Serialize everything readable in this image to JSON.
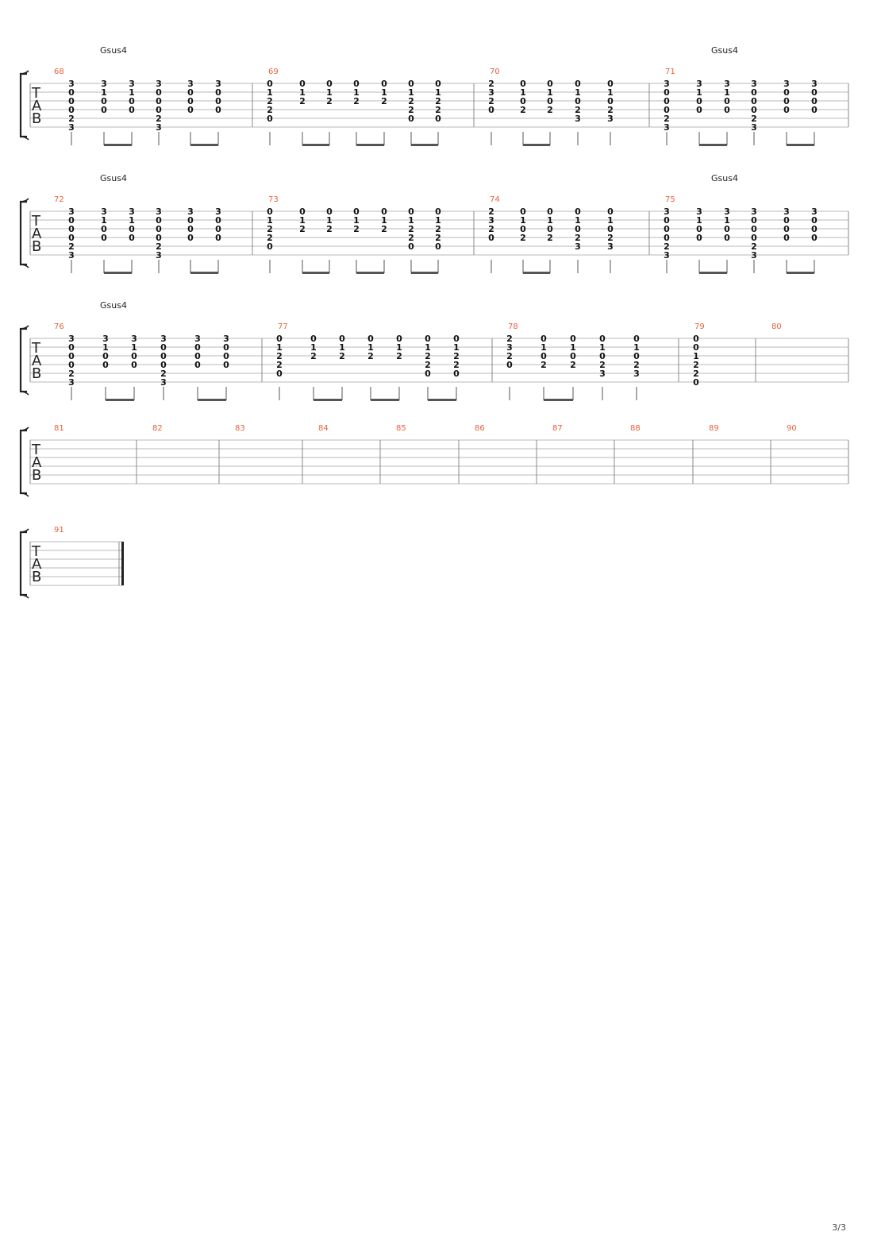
{
  "colors": {
    "staff_line": "#b9b9b9",
    "barline": "#888888",
    "measure_number": "#e8613a",
    "ink": "#111111",
    "beam": "#555555"
  },
  "tab_label": [
    "T",
    "A",
    "B"
  ],
  "page_number": "3/3",
  "systems": [
    {
      "measures": [
        {
          "number": "68",
          "chord": "Gsus4",
          "beats": [
            [
              "3",
              "0",
              "0",
              "0",
              "2",
              "3"
            ],
            [
              "3",
              "1",
              "0",
              "0",
              null,
              null
            ],
            [
              "3",
              "1",
              "0",
              "0",
              null,
              null
            ],
            [
              "3",
              "0",
              "0",
              "0",
              "2",
              "3"
            ],
            [
              "3",
              "0",
              "0",
              "0",
              null,
              null
            ],
            [
              "3",
              "0",
              "0",
              "0",
              null,
              null
            ]
          ],
          "stems": [
            [
              "single"
            ],
            [
              "beam",
              1,
              2
            ],
            [
              "single"
            ],
            [
              "beam",
              4,
              5
            ]
          ]
        },
        {
          "number": "69",
          "beats": [
            [
              "0",
              "1",
              "2",
              "2",
              "0",
              null
            ],
            [
              "0",
              "1",
              "2",
              null,
              null,
              null
            ],
            [
              "0",
              "1",
              "2",
              null,
              null,
              null
            ],
            [
              "0",
              "1",
              "2",
              null,
              null,
              null
            ],
            [
              "0",
              "1",
              "2",
              null,
              null,
              null
            ],
            [
              "0",
              "1",
              "2",
              "2",
              "0",
              null
            ],
            [
              "0",
              "1",
              "2",
              "2",
              "0",
              null
            ]
          ],
          "stems": [
            [
              "single"
            ],
            [
              "beam",
              1,
              2
            ],
            [
              "beam",
              3,
              4
            ],
            [
              "beam",
              5,
              6
            ]
          ]
        },
        {
          "number": "70",
          "beats": [
            [
              "2",
              "3",
              "2",
              "0",
              null,
              null
            ],
            [
              "0",
              "1",
              "0",
              "2",
              null,
              null
            ],
            [
              "0",
              "1",
              "0",
              "2",
              null,
              null
            ],
            [
              "0",
              "1",
              "0",
              "2",
              "3",
              null
            ],
            [
              "0",
              "1",
              "0",
              "2",
              "3",
              null
            ]
          ],
          "stems": [
            [
              "single"
            ],
            [
              "beam",
              1,
              2
            ],
            [
              "single"
            ],
            [
              "single"
            ]
          ]
        },
        {
          "number": "71",
          "chord": "Gsus4",
          "beats": [
            [
              "3",
              "0",
              "0",
              "0",
              "2",
              "3"
            ],
            [
              "3",
              "1",
              "0",
              "0",
              null,
              null
            ],
            [
              "3",
              "1",
              "0",
              "0",
              null,
              null
            ],
            [
              "3",
              "0",
              "0",
              "0",
              "2",
              "3"
            ],
            [
              "3",
              "0",
              "0",
              "0",
              null,
              null
            ],
            [
              "3",
              "0",
              "0",
              "0",
              null,
              null
            ]
          ],
          "stems": [
            [
              "single"
            ],
            [
              "beam",
              1,
              2
            ],
            [
              "single"
            ],
            [
              "beam",
              4,
              5
            ]
          ]
        }
      ]
    },
    {
      "measures": [
        {
          "number": "72",
          "chord": "Gsus4",
          "beats": [
            [
              "3",
              "0",
              "0",
              "0",
              "2",
              "3"
            ],
            [
              "3",
              "1",
              "0",
              "0",
              null,
              null
            ],
            [
              "3",
              "1",
              "0",
              "0",
              null,
              null
            ],
            [
              "3",
              "0",
              "0",
              "0",
              "2",
              "3"
            ],
            [
              "3",
              "0",
              "0",
              "0",
              null,
              null
            ],
            [
              "3",
              "0",
              "0",
              "0",
              null,
              null
            ]
          ],
          "stems": [
            [
              "single"
            ],
            [
              "beam",
              1,
              2
            ],
            [
              "single"
            ],
            [
              "beam",
              4,
              5
            ]
          ]
        },
        {
          "number": "73",
          "beats": [
            [
              "0",
              "1",
              "2",
              "2",
              "0",
              null
            ],
            [
              "0",
              "1",
              "2",
              null,
              null,
              null
            ],
            [
              "0",
              "1",
              "2",
              null,
              null,
              null
            ],
            [
              "0",
              "1",
              "2",
              null,
              null,
              null
            ],
            [
              "0",
              "1",
              "2",
              null,
              null,
              null
            ],
            [
              "0",
              "1",
              "2",
              "2",
              "0",
              null
            ],
            [
              "0",
              "1",
              "2",
              "2",
              "0",
              null
            ]
          ],
          "stems": [
            [
              "single"
            ],
            [
              "beam",
              1,
              2
            ],
            [
              "beam",
              3,
              4
            ],
            [
              "beam",
              5,
              6
            ]
          ]
        },
        {
          "number": "74",
          "beats": [
            [
              "2",
              "3",
              "2",
              "0",
              null,
              null
            ],
            [
              "0",
              "1",
              "0",
              "2",
              null,
              null
            ],
            [
              "0",
              "1",
              "0",
              "2",
              null,
              null
            ],
            [
              "0",
              "1",
              "0",
              "2",
              "3",
              null
            ],
            [
              "0",
              "1",
              "0",
              "2",
              "3",
              null
            ]
          ],
          "stems": [
            [
              "single"
            ],
            [
              "beam",
              1,
              2
            ],
            [
              "single"
            ],
            [
              "single"
            ]
          ]
        },
        {
          "number": "75",
          "chord": "Gsus4",
          "beats": [
            [
              "3",
              "0",
              "0",
              "0",
              "2",
              "3"
            ],
            [
              "3",
              "1",
              "0",
              "0",
              null,
              null
            ],
            [
              "3",
              "1",
              "0",
              "0",
              null,
              null
            ],
            [
              "3",
              "0",
              "0",
              "0",
              "2",
              "3"
            ],
            [
              "3",
              "0",
              "0",
              "0",
              null,
              null
            ],
            [
              "3",
              "0",
              "0",
              "0",
              null,
              null
            ]
          ],
          "stems": [
            [
              "single"
            ],
            [
              "beam",
              1,
              2
            ],
            [
              "single"
            ],
            [
              "beam",
              4,
              5
            ]
          ]
        }
      ]
    },
    {
      "measures": [
        {
          "number": "76",
          "chord": "Gsus4",
          "beats": [
            [
              "3",
              "0",
              "0",
              "0",
              "2",
              "3"
            ],
            [
              "3",
              "1",
              "0",
              "0",
              null,
              null
            ],
            [
              "3",
              "1",
              "0",
              "0",
              null,
              null
            ],
            [
              "3",
              "0",
              "0",
              "0",
              "2",
              "3"
            ],
            [
              "3",
              "0",
              "0",
              "0",
              null,
              null
            ],
            [
              "3",
              "0",
              "0",
              "0",
              null,
              null
            ]
          ],
          "stems": [
            [
              "single"
            ],
            [
              "beam",
              1,
              2
            ],
            [
              "single"
            ],
            [
              "beam",
              4,
              5
            ]
          ]
        },
        {
          "number": "77",
          "beats": [
            [
              "0",
              "1",
              "2",
              "2",
              "0",
              null
            ],
            [
              "0",
              "1",
              "2",
              null,
              null,
              null
            ],
            [
              "0",
              "1",
              "2",
              null,
              null,
              null
            ],
            [
              "0",
              "1",
              "2",
              null,
              null,
              null
            ],
            [
              "0",
              "1",
              "2",
              null,
              null,
              null
            ],
            [
              "0",
              "1",
              "2",
              "2",
              "0",
              null
            ],
            [
              "0",
              "1",
              "2",
              "2",
              "0",
              null
            ]
          ],
          "stems": [
            [
              "single"
            ],
            [
              "beam",
              1,
              2
            ],
            [
              "beam",
              3,
              4
            ],
            [
              "beam",
              5,
              6
            ]
          ]
        },
        {
          "number": "78",
          "beats": [
            [
              "2",
              "3",
              "2",
              "0",
              null,
              null
            ],
            [
              "0",
              "1",
              "0",
              "2",
              null,
              null
            ],
            [
              "0",
              "1",
              "0",
              "2",
              null,
              null
            ],
            [
              "0",
              "1",
              "0",
              "2",
              "3",
              null
            ],
            [
              "0",
              "1",
              "0",
              "2",
              "3",
              null
            ]
          ],
          "stems": [
            [
              "single"
            ],
            [
              "beam",
              1,
              2
            ],
            [
              "single"
            ],
            [
              "single"
            ]
          ]
        },
        {
          "number": "79",
          "beats": [
            [
              "0",
              "0",
              "1",
              "2",
              "2",
              "0"
            ]
          ],
          "stems": []
        },
        {
          "number": "80",
          "beats": [],
          "stems": []
        }
      ]
    },
    {
      "measures": [
        {
          "number": "81",
          "beats": [],
          "stems": []
        },
        {
          "number": "82",
          "beats": [],
          "stems": []
        },
        {
          "number": "83",
          "beats": [],
          "stems": []
        },
        {
          "number": "84",
          "beats": [],
          "stems": []
        },
        {
          "number": "85",
          "beats": [],
          "stems": []
        },
        {
          "number": "86",
          "beats": [],
          "stems": []
        },
        {
          "number": "87",
          "beats": [],
          "stems": []
        },
        {
          "number": "88",
          "beats": [],
          "stems": []
        },
        {
          "number": "89",
          "beats": [],
          "stems": []
        },
        {
          "number": "90",
          "beats": [],
          "stems": []
        }
      ]
    },
    {
      "final_barline": true,
      "measures": [
        {
          "number": "91",
          "beats": [],
          "stems": []
        }
      ]
    }
  ]
}
